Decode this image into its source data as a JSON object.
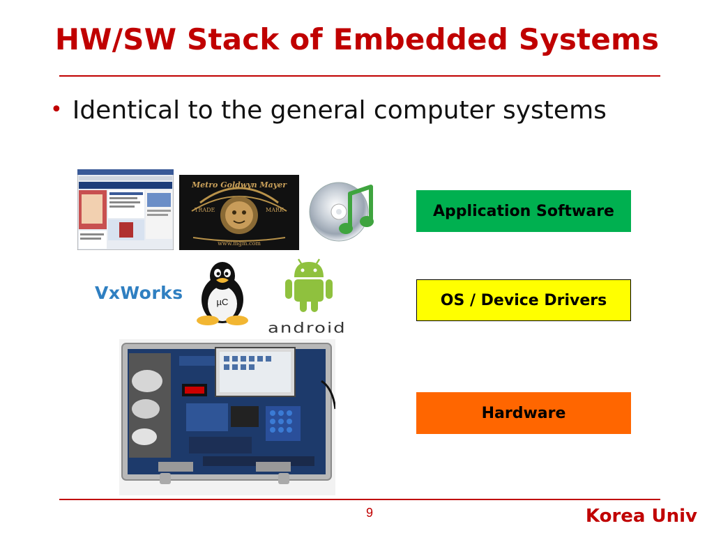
{
  "slide": {
    "title": "HW/SW Stack of Embedded Systems",
    "bullet": "Identical to the general computer systems",
    "page_number": "9",
    "footer_brand": "Korea Univ"
  },
  "stack": {
    "layers": [
      {
        "label": "Application Software",
        "color": "#00b050",
        "text_color": "#000000"
      },
      {
        "label": "OS / Device Drivers",
        "color": "#ffff00",
        "text_color": "#000000"
      },
      {
        "label": "Hardware",
        "color": "#ff6600",
        "text_color": "#000000"
      }
    ]
  },
  "logos": {
    "mgm_top": "Metro Goldwyn Mayer",
    "mgm_left": "TRADE",
    "mgm_right": "MARK",
    "mgm_bottom": "www.mgm.com",
    "vxworks": "VxWorks",
    "tux_badge": "µC",
    "android": "android"
  },
  "colors": {
    "title_red": "#c00000",
    "vxworks_blue": "#2f7fc1",
    "android_green": "#8fc13e"
  }
}
